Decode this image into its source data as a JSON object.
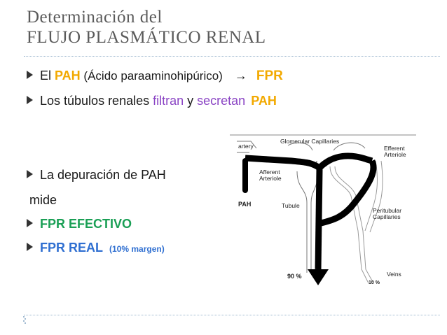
{
  "title": {
    "line1": "Determinación del",
    "line2": "FLUJO PLASMÁTICO RENAL"
  },
  "bullets": {
    "b1": {
      "pre": "El ",
      "pah": "PAH",
      "paren": " (Ácido paraaminohipúrico)",
      "arrow": "→",
      "fpr": "FPR"
    },
    "b2": {
      "pre": "Los túbulos renales ",
      "filtran": "filtran",
      "y": " y ",
      "secretan": "secretan",
      "pah": "PAH"
    },
    "b3": {
      "line1": "La depuración de PAH",
      "line2": "mide"
    },
    "b4": {
      "text": "FPR EFECTIVO"
    },
    "b5": {
      "text": "FPR REAL",
      "note": "(10% margen)"
    }
  },
  "diagram": {
    "glomerular": "Glomerular Capillaries",
    "artery": "artery",
    "efferent": "Efferent Arteriole",
    "afferent": "Afferent Arteriole",
    "pah": "PAH",
    "tubule": "Tubule",
    "peritubular": "Peritubular Capillaries",
    "veins": "Veins",
    "pct90": "90 %",
    "pct10": "10 %"
  },
  "colors": {
    "pah": "#f2a900",
    "secretan": "#8a44c4",
    "efectivo": "#1a9f55",
    "real": "#2f6fd1"
  }
}
